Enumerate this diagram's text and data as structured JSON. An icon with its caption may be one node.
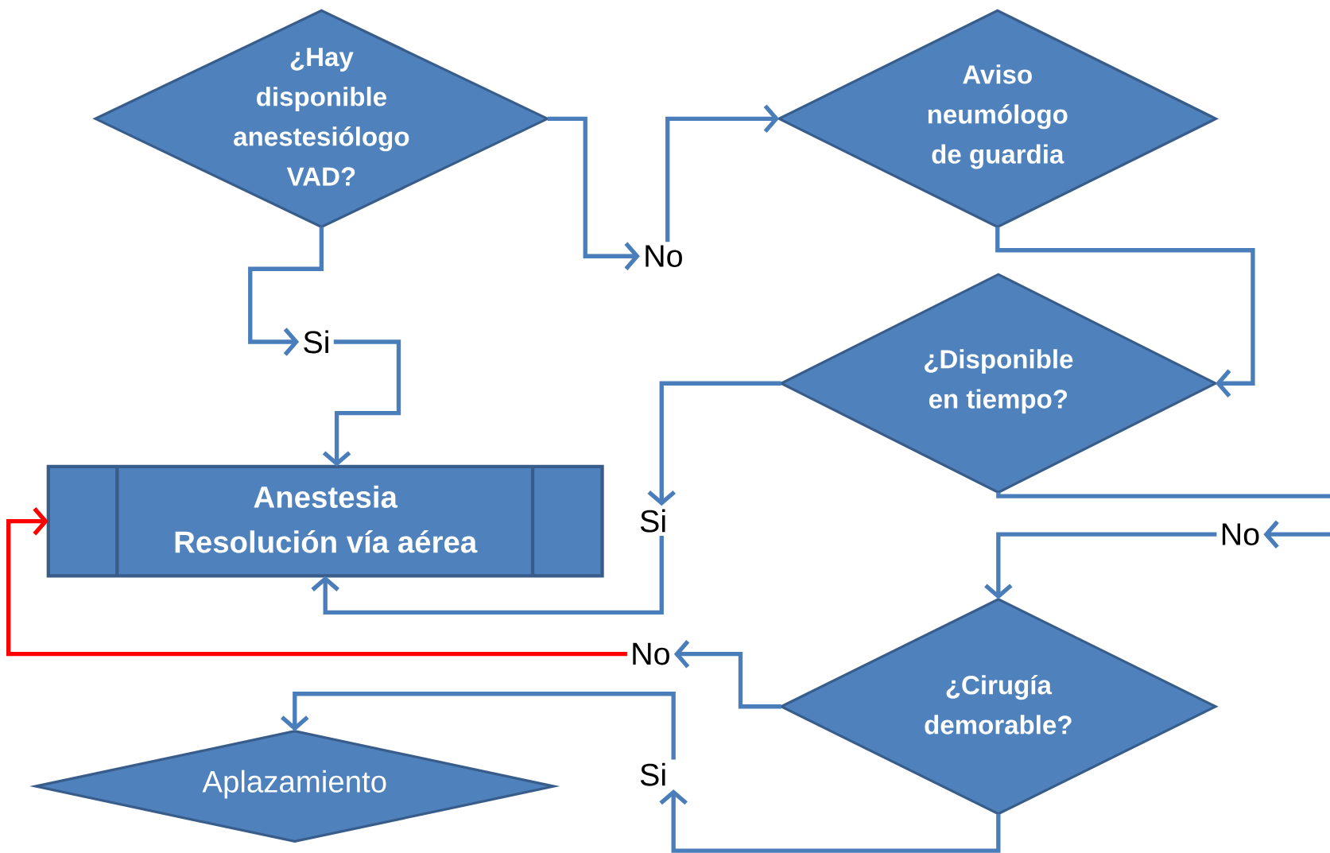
{
  "diagram": {
    "nodes": [
      {
        "text": [
          "¿Hay disponible anestesiólogo VAD?"
        ]
      },
      {
        "text": [
          "Aviso neumólogo de guardia"
        ]
      },
      {
        "text": [
          "No"
        ]
      },
      {
        "text": [
          "Si"
        ]
      },
      {
        "text": [
          "Anestesia Resolución vía aérea"
        ]
      },
      {
        "text": [
          "¿Disponible en tiempo?"
        ]
      },
      {
        "text": [
          "Si"
        ]
      },
      {
        "text": [
          "No"
        ]
      },
      {
        "text": [
          "¿Cirugía demorable?"
        ]
      },
      {
        "text": [
          "No"
        ]
      },
      {
        "text": [
          "Si"
        ]
      },
      {
        "text": [
          "Aplazamiento"
        ]
      }
    ],
    "edges": [
      {
        "from": 0,
        "to": 2,
        "arrow": "to"
      },
      {
        "from": 2,
        "to": 1,
        "arrow": "to"
      },
      {
        "from": 0,
        "to": 3,
        "arrow": "to"
      },
      {
        "from": 3,
        "to": 4,
        "arrow": "to"
      },
      {
        "from": 1,
        "to": 5,
        "arrow": "to"
      },
      {
        "from": 5,
        "to": 6,
        "arrow": "to"
      },
      {
        "from": 6,
        "to": 4,
        "arrow": "to"
      },
      {
        "from": 5,
        "to": 7,
        "arrow": "to"
      },
      {
        "from": 7,
        "to": 8,
        "arrow": "to"
      },
      {
        "from": 8,
        "to": 9,
        "arrow": "to"
      },
      {
        "from": 9,
        "to": 4,
        "arrow": "to",
        "color": "#ff0000"
      },
      {
        "from": 8,
        "to": 10,
        "arrow": "to"
      },
      {
        "from": 10,
        "to": 11,
        "arrow": "to"
      }
    ]
  }
}
